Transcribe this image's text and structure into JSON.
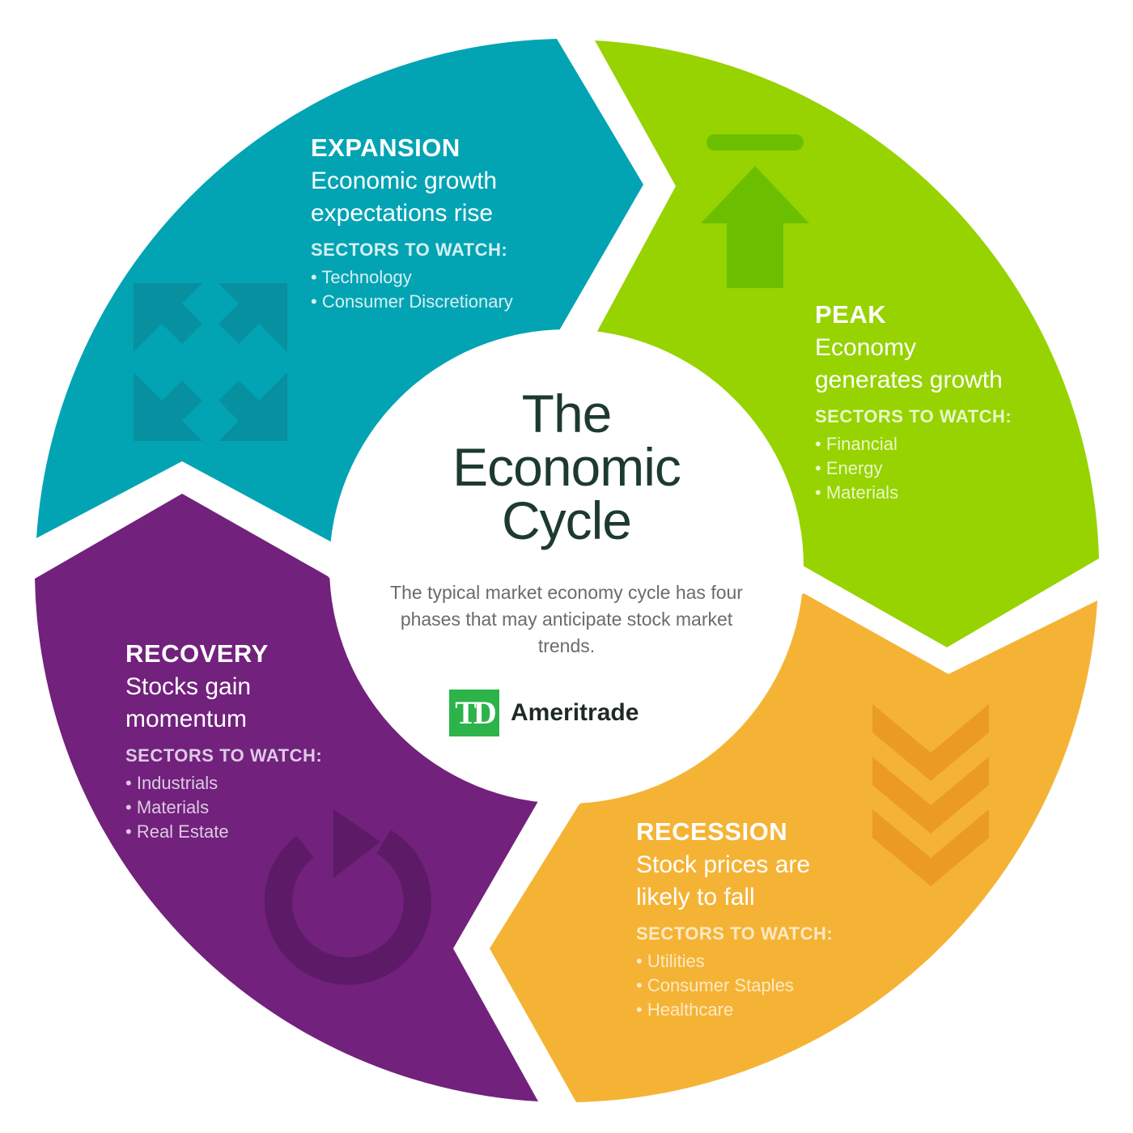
{
  "title": [
    "The",
    "Economic",
    "Cycle"
  ],
  "subtitle": "The typical market economy cycle has four phases that may anticipate stock market trends.",
  "brand": {
    "logo": "TD",
    "name": "Ameritrade"
  },
  "colors": {
    "expansion": "#02a4b4",
    "peak": "#96d300",
    "recession": "#f5b335",
    "recovery": "#72217c"
  },
  "phases": {
    "expansion": {
      "name": "EXPANSION",
      "desc": [
        "Economic growth",
        "expectations rise"
      ],
      "sectors_title": "SECTORS TO WATCH:",
      "sectors": [
        "Technology",
        "Consumer Discretionary"
      ],
      "icon": "expand-arrows-icon"
    },
    "peak": {
      "name": "PEAK",
      "desc": [
        "Economy",
        "generates growth"
      ],
      "sectors_title": "SECTORS TO WATCH:",
      "sectors": [
        "Financial",
        "Energy",
        "Materials"
      ],
      "icon": "arrow-up-to-bar-icon"
    },
    "recession": {
      "name": "RECESSION",
      "desc": [
        "Stock prices are",
        "likely to fall"
      ],
      "sectors_title": "SECTORS TO WATCH:",
      "sectors": [
        "Utilities",
        "Consumer Staples",
        "Healthcare"
      ],
      "icon": "triple-chevron-down-icon"
    },
    "recovery": {
      "name": "RECOVERY",
      "desc": [
        "Stocks gain",
        "momentum"
      ],
      "sectors_title": "SECTORS TO WATCH:",
      "sectors": [
        "Industrials",
        "Materials",
        "Real Estate"
      ],
      "icon": "circular-arrow-icon"
    }
  }
}
